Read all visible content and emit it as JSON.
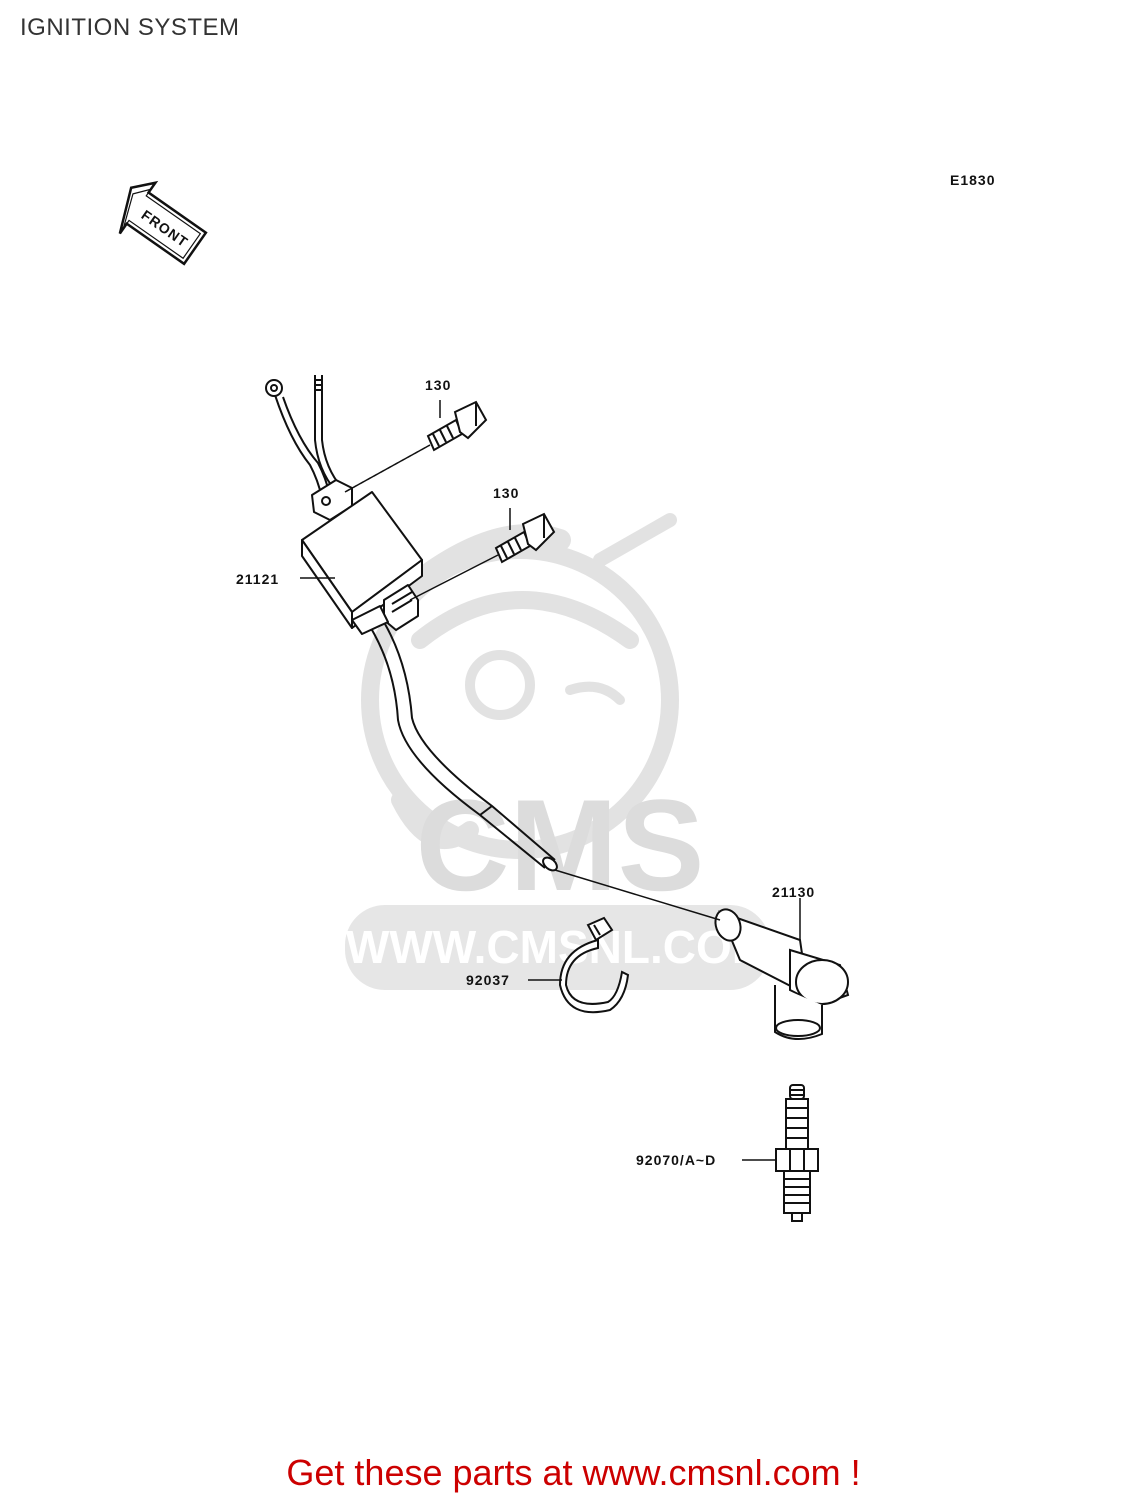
{
  "page": {
    "title": "IGNITION SYSTEM",
    "diagram_code": "E1830",
    "front_label": "FRONT",
    "cta_text": "Get these parts at www.cmsnl.com !"
  },
  "watermark": {
    "brand": "CMS",
    "url": "WWW.CMSNL.COM"
  },
  "parts": [
    {
      "number": "130"
    },
    {
      "number": "130"
    },
    {
      "number": "21121"
    },
    {
      "number": "21130"
    },
    {
      "number": "92037"
    },
    {
      "number": "92070/A~D"
    }
  ],
  "colors": {
    "line": "#111111",
    "watermark": "#dcdcdc",
    "cta": "#cc0000"
  }
}
